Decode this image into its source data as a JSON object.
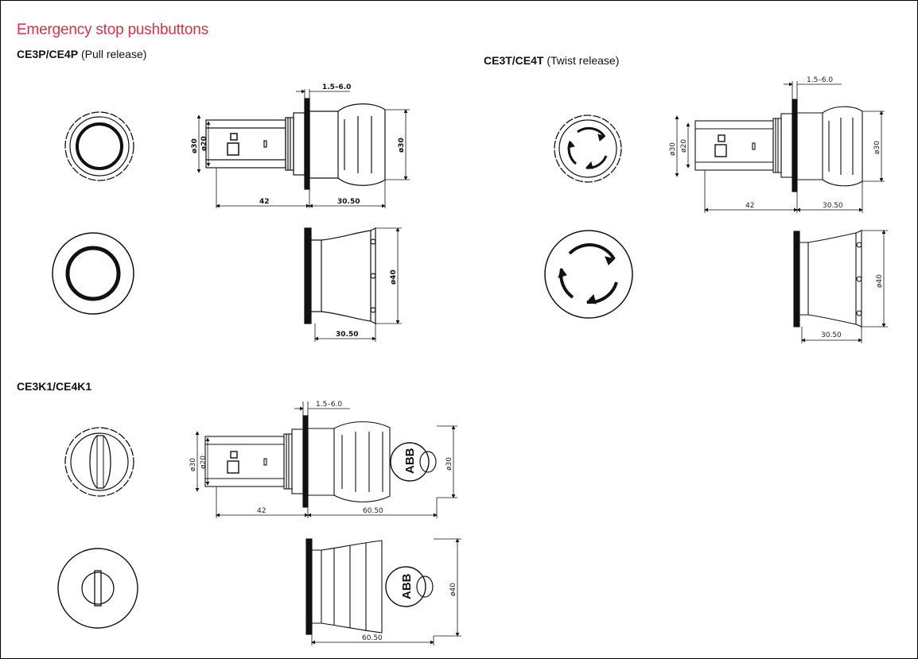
{
  "page": {
    "title": "Emergency stop pushbuttons",
    "accent_color": "#d8324a"
  },
  "sections": [
    {
      "model": "CE3P/CE4P",
      "note": "(Pull release)"
    },
    {
      "model": "CE3T/CE4T",
      "note": "(Twist release)"
    },
    {
      "model": "CE3K1/CE4K1",
      "note": ""
    }
  ],
  "dims": {
    "pull": {
      "range": "1.5–6.0",
      "d_outer": "ø30",
      "d_inner": "ø20",
      "len_body": "42",
      "len_head": "30.50",
      "d_head": "ø30",
      "d_big": "ø40",
      "len_big": "30.50"
    },
    "twist": {
      "range": "1.5–6.0",
      "d_outer": "ø30",
      "d_inner": "ø20",
      "len_body": "42",
      "len_head": "30.50",
      "d_head": "ø30",
      "d_big": "ø40",
      "len_big": "30.50"
    },
    "key": {
      "range": "1.5–6.0",
      "d_outer": "ø30",
      "d_inner": "ø20",
      "len_body": "42",
      "len_head": "60.50",
      "d_head": "ø30",
      "d_big": "ø40",
      "len_big": "60.50",
      "brand": "ABB"
    }
  }
}
